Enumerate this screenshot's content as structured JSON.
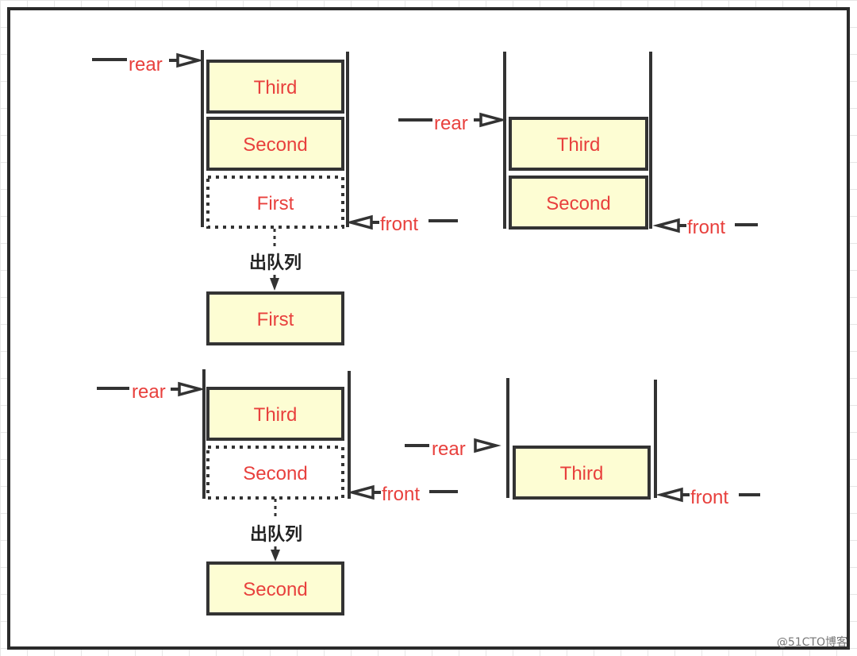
{
  "diagram": {
    "panel1": {
      "rear": "rear",
      "front": "front",
      "items": [
        "Third",
        "Second",
        "First"
      ],
      "dequeue_label": "出队列",
      "dequeued": "First"
    },
    "panel2": {
      "rear": "rear",
      "front": "front",
      "items": [
        "Third",
        "Second"
      ]
    },
    "panel3": {
      "rear": "rear",
      "front": "front",
      "items": [
        "Third",
        "Second"
      ],
      "dequeue_label": "出队列",
      "dequeued": "Second"
    },
    "panel4": {
      "rear": "rear",
      "front": "front",
      "items": [
        "Third"
      ]
    },
    "watermark": "@51CTO博客"
  },
  "colors": {
    "label": "#e8403d",
    "box_fill": "#fdfdd3",
    "stroke": "#333333"
  }
}
